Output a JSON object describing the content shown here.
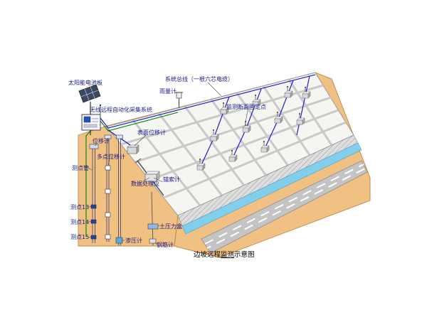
{
  "title": "边坡远程监测示意图",
  "colors": {
    "ground": "#F1C183",
    "ground_edge": "#B98A4C",
    "grid_face": "#F5F5F1",
    "grid_line": "#C9C9C9",
    "wall_fill": "#DEDEDE",
    "channel": "#82CFEC",
    "road": "#C4C4C4",
    "road_dash": "#FFFFFF",
    "cable_blue": "#1010CC",
    "cable_green": "#008000",
    "label_text": "#1B1B8A",
    "caption_text": "#000000"
  },
  "labels": {
    "solar_panel": "太阳能电池板",
    "system_bus": "系统总线（一根六芯电缆）",
    "rain_gauge": "雨量计",
    "monitoring_section_point": "监测断面固定点",
    "wireless_system": "无线远程自动化采集系统",
    "surface_displacement": "表面位移计",
    "displacement": "位移计",
    "multipoint_displacement": "多点位移计",
    "measuring_tube": "测点管",
    "data_processor": "数据处理仪",
    "anchor_cable_meter": "锚索计",
    "point_13": "测点13",
    "point_14": "测点14",
    "point_15": "测点15",
    "seepage_meter": "渗压计",
    "earth_pressure_cell": "土压力盒",
    "rebar_meter": "钢筋计"
  },
  "caption": {
    "prefix": "边坡远程",
    "underlined": "监测",
    "suffix": "示意图"
  }
}
